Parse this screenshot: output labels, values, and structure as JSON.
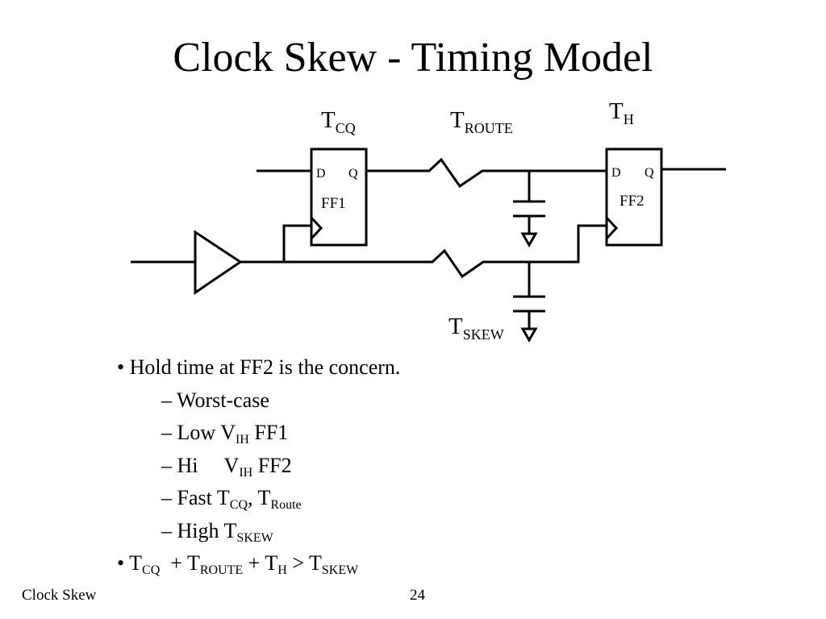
{
  "slide": {
    "title": "Clock Skew - Timing Model",
    "footer": "Clock Skew",
    "page_number": "24"
  },
  "diagram": {
    "labels": {
      "tcq": {
        "main": "T",
        "sub": "CQ"
      },
      "troute": {
        "main": "T",
        "sub": "ROUTE"
      },
      "th": {
        "main": "T",
        "sub": "H"
      },
      "tskew": {
        "main": "T",
        "sub": "SKEW"
      }
    },
    "ff1": {
      "name": "FF1",
      "d": "D",
      "q": "Q"
    },
    "ff2": {
      "name": "FF2",
      "d": "D",
      "q": "Q"
    }
  },
  "bullets": {
    "b1": "Hold time at FF2 is the concern.",
    "s1": "Worst-case",
    "s2": {
      "pre": "Low V",
      "sub": "IH",
      "post": " FF1"
    },
    "s3": {
      "pre": "Hi     V",
      "sub": "IH",
      "post": " FF2"
    },
    "s4": {
      "pre": "Fast T",
      "sub1": "CQ",
      "mid": ", T",
      "sub2": "Route"
    },
    "s5": {
      "pre": "High T",
      "sub": "SKEW"
    },
    "b2": {
      "t1": "T",
      "s1": "CQ",
      "t2": "  + T",
      "s2": "ROUTE",
      "t3": " + T",
      "s3": "H",
      "t4": " > T",
      "s4": "SKEW"
    }
  }
}
